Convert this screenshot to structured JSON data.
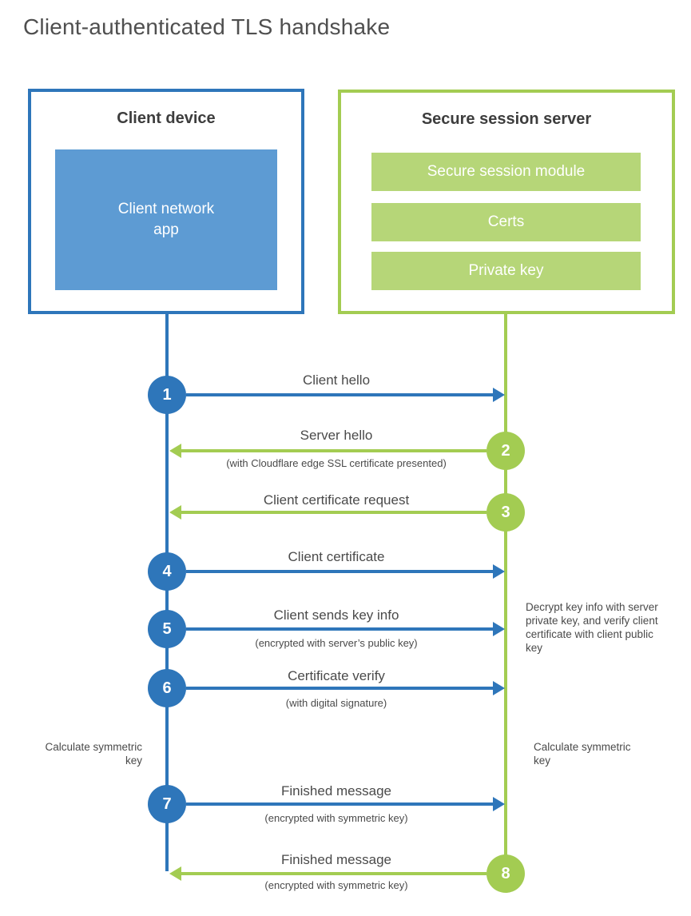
{
  "title": "Client-authenticated TLS handshake",
  "colors": {
    "blue": "#2e76ba",
    "blue-fill": "#5d9bd3",
    "green": "#a3cc52",
    "green-fill": "#b6d678",
    "title-color": "#4f4f4f",
    "heading-color": "#3d3d3d",
    "text-color": "#4a4a4a"
  },
  "client_box": {
    "title": "Client device",
    "inner_label": "Client network app"
  },
  "server_box": {
    "title": "Secure session server",
    "modules": [
      "Secure session module",
      "Certs",
      "Private key"
    ]
  },
  "steps": [
    {
      "number": "1",
      "direction": "client-to-server",
      "label": "Client hello",
      "sublabel": ""
    },
    {
      "number": "2",
      "direction": "server-to-client",
      "label": "Server hello",
      "sublabel": "(with Cloudflare edge SSL certificate presented)"
    },
    {
      "number": "3",
      "direction": "server-to-client",
      "label": "Client certificate request",
      "sublabel": ""
    },
    {
      "number": "4",
      "direction": "client-to-server",
      "label": "Client certificate",
      "sublabel": ""
    },
    {
      "number": "5",
      "direction": "client-to-server",
      "label": "Client sends key info",
      "sublabel": "(encrypted with server’s public key)"
    },
    {
      "number": "6",
      "direction": "client-to-server",
      "label": "Certificate verify",
      "sublabel": "(with digital signature)"
    },
    {
      "number": "7",
      "direction": "client-to-server",
      "label": "Finished message",
      "sublabel": "(encrypted with symmetric key)"
    },
    {
      "number": "8",
      "direction": "server-to-client",
      "label": "Finished message",
      "sublabel": "(encrypted with symmetric key)"
    }
  ],
  "annotations": {
    "left_note": "Calculate symmetric key",
    "right_note": "Calculate symmetric key",
    "decrypt_note": "Decrypt key info with server private key, and verify client certificate with client public key"
  }
}
